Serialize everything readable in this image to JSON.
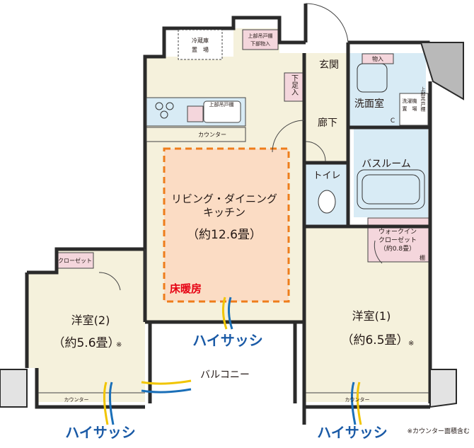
{
  "rooms": {
    "ldk_line1": "リビング・ダイニング",
    "ldk_line2": "キッチン",
    "ldk_size": "（約12.6畳）",
    "floor_heating": "床暖房",
    "room2_name": "洋室(2)",
    "room2_size": "（約5.6畳）",
    "room1_name": "洋室(1)",
    "room1_size": "（約6.5畳）",
    "area_mark": "※",
    "balcony": "バルコニー",
    "entrance": "玄関",
    "hallway": "廊下",
    "washroom": "洗面室",
    "bathroom": "バスルーム",
    "toilet": "トイレ",
    "shoe_box": "下足入",
    "walkin_line1": "ウォークイン",
    "walkin_line2": "クローゼット",
    "walkin_size": "（約0.8畳）",
    "shelf_mark": "棚",
    "closet": "クローゼット"
  },
  "fixtures": {
    "fridge_line1": "冷蔵庫",
    "fridge_line2": "置　場",
    "upper_cabinet_1": "上部吊戸棚",
    "upper_cabinet_2": "下部物入",
    "kitchen_upper": "上部吊戸棚",
    "counter_kitchen": "カウンター",
    "counter_room2": "カウンター",
    "counter_room1": "カウンター",
    "storage": "物入",
    "washer_line1": "洗濯機",
    "washer_line2": "置　場",
    "washer_upper": "上部吊戸棚",
    "c_mark": "C"
  },
  "sash": {
    "top": "ハイサッシ",
    "bottom_left": "ハイサッシ",
    "bottom_right": "ハイサッシ"
  },
  "note": "※カウンター面積含む",
  "colors": {
    "floor": "#f5f1dc",
    "wet_area": "#d8ebf5",
    "storage": "#f4d6dc",
    "heating_dash": "#ee7d1b",
    "heating_fill": "#fbdcc4",
    "heating_text": "#e60012",
    "sash_blue": "#1a6fb8",
    "sash_yellow": "#f1c500",
    "wall": "#2a2a2a"
  }
}
